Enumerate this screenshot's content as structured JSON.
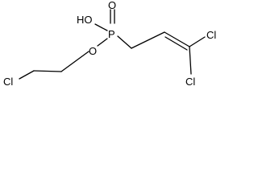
{
  "molecule": {
    "labels": {
      "phosphorus": "P",
      "oxo_oxygen": "O",
      "hydroxyl": "HO",
      "ester_oxygen": "O",
      "chlorine_left": "Cl",
      "chlorine_upper_right": "Cl",
      "chlorine_lower_right": "Cl"
    }
  }
}
